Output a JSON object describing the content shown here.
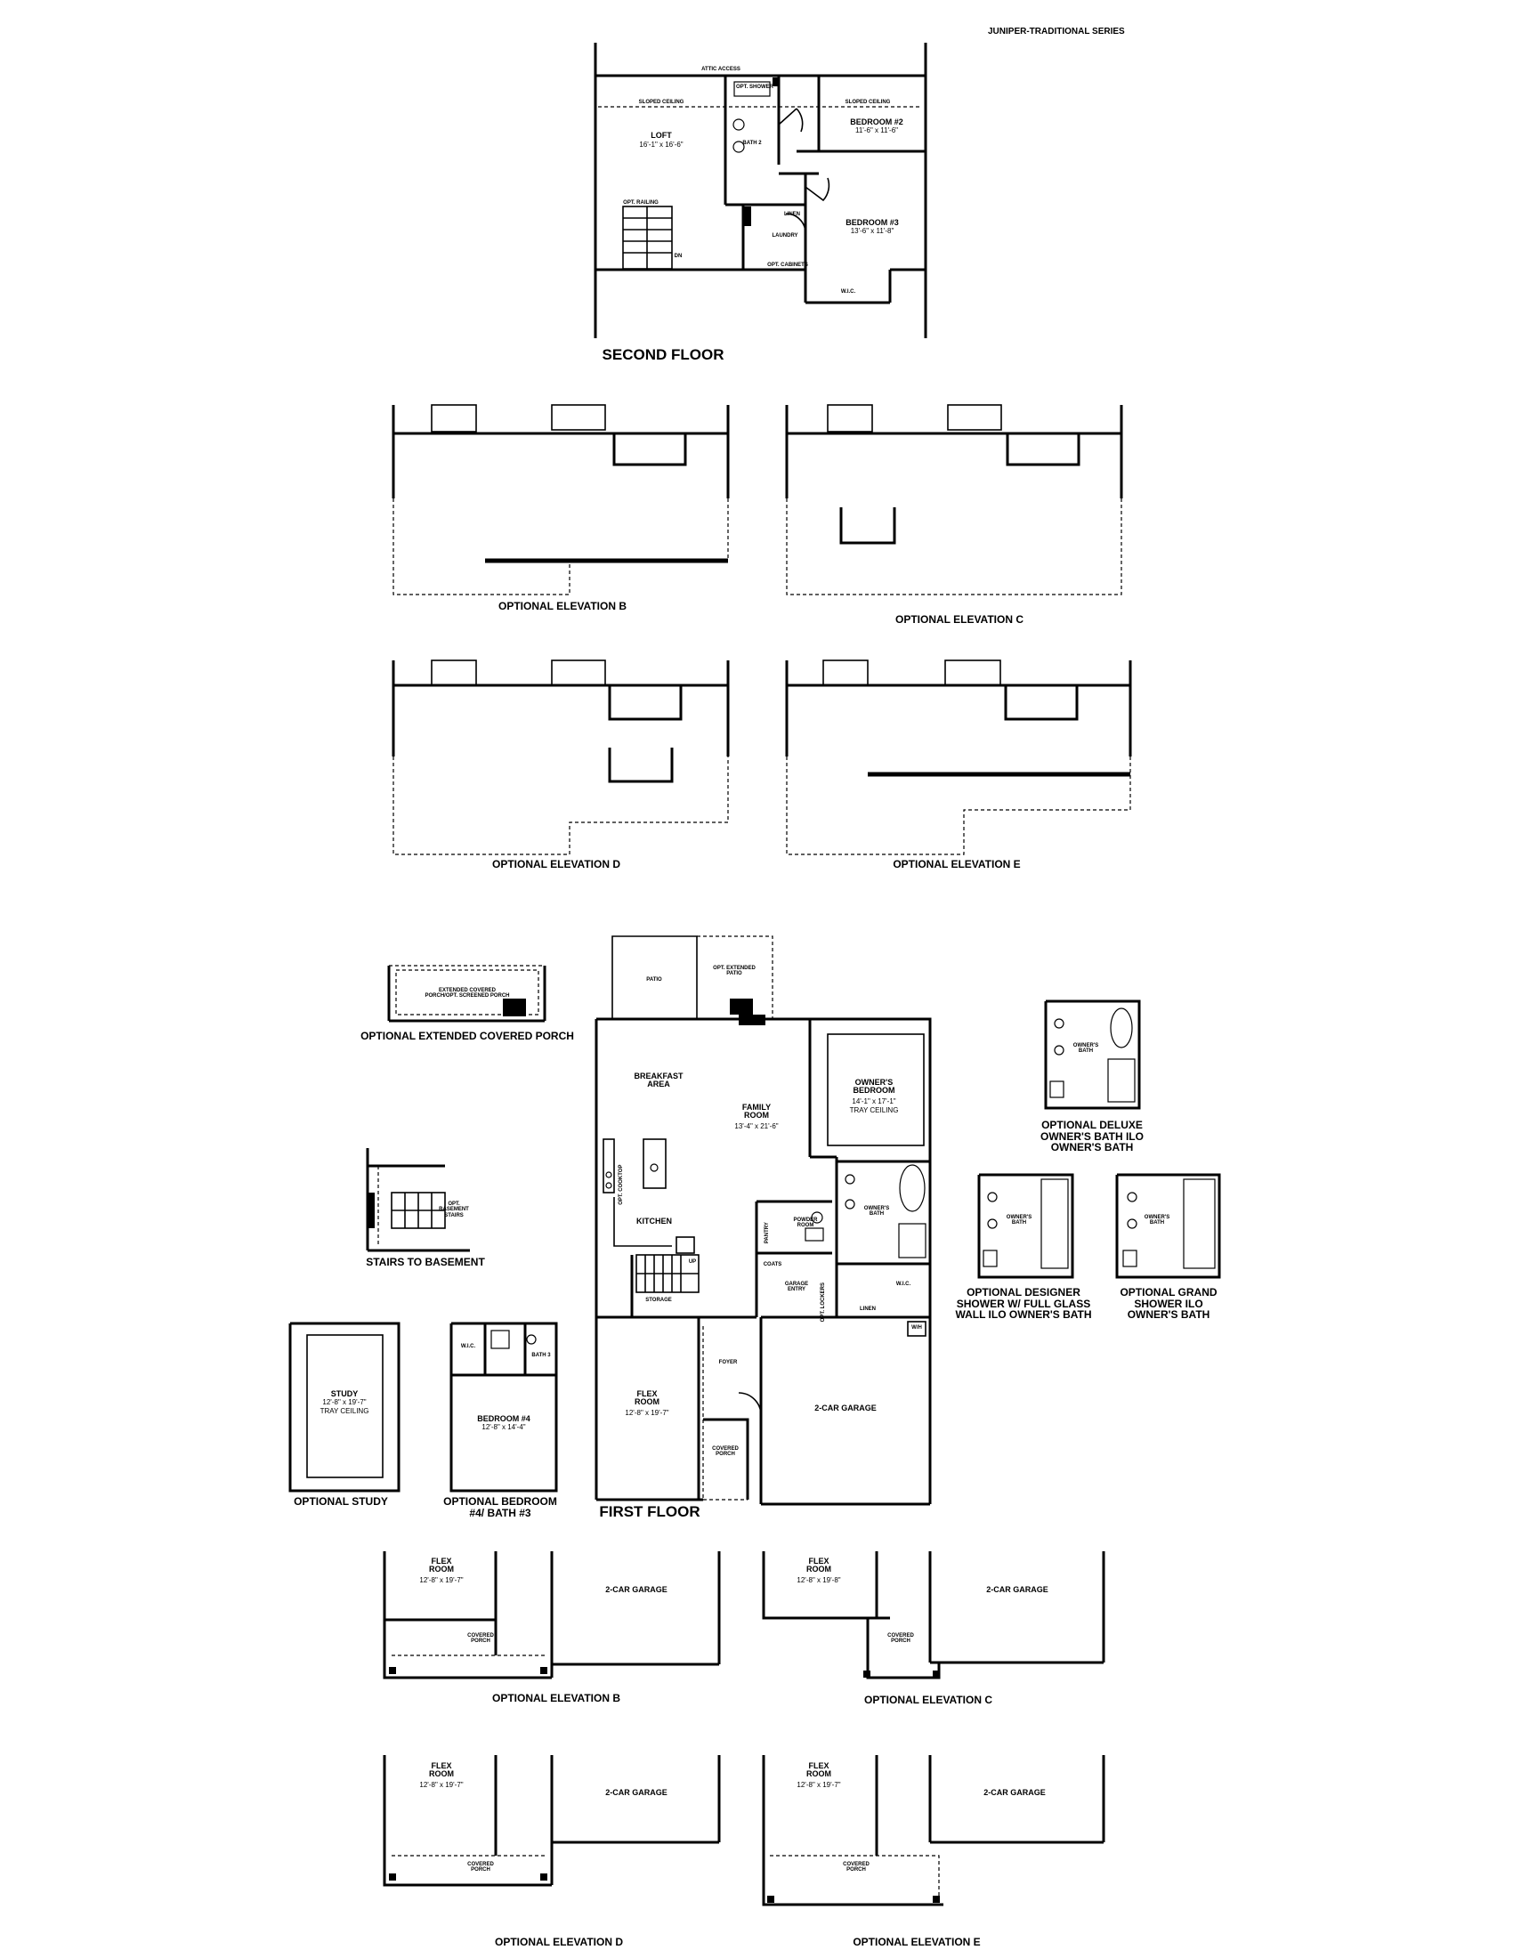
{
  "series_title": "JUNIPER-TRADITIONAL SERIES",
  "second_floor": {
    "title": "SECOND FLOOR",
    "loft": {
      "name": "LOFT",
      "dim": "16'-1\" x 16'-6\""
    },
    "bedroom2": {
      "name": "BEDROOM #2",
      "dim": "11'-6\" x 11'-6\""
    },
    "bedroom3": {
      "name": "BEDROOM #3",
      "dim": "13'-6\" x 11'-8\""
    },
    "bath2": "BATH 2",
    "laundry": "LAUNDRY",
    "linen": "LINEN",
    "wic": "W.I.C.",
    "sloped_ceiling": "SLOPED CEILING",
    "opt_railing": "OPT. RAILING",
    "opt_shower": "OPT. SHOWER",
    "opt_cabinets": "OPT. CABINETS",
    "attic_access": "ATTIC ACCESS",
    "dn": "DN"
  },
  "second_floor_options": [
    {
      "caption": "OPTIONAL ELEVATION B"
    },
    {
      "caption": "OPTIONAL ELEVATION C"
    },
    {
      "caption": "OPTIONAL ELEVATION D"
    },
    {
      "caption": "OPTIONAL ELEVATION E"
    }
  ],
  "first_floor": {
    "title": "FIRST FLOOR",
    "patio": "PATIO",
    "opt_extended_patio": "OPT. EXTENDED PATIO",
    "breakfast": "BREAKFAST AREA",
    "family": {
      "name": "FAMILY ROOM",
      "dim": "13'-4\" x 21'-6\""
    },
    "owners_bedroom": {
      "name": "OWNER'S BEDROOM",
      "dim": "14'-1\" x 17'-1\"",
      "note": "TRAY CEILING"
    },
    "kitchen": "KITCHEN",
    "opt_cooktop": "OPT. COOKTOP",
    "powder_room": "POWDER ROOM",
    "pantry": "PANTRY",
    "owners_bath": "OWNER'S BATH",
    "wic": "W.I.C.",
    "linen": "LINEN",
    "coats": "COATS",
    "garage_entry": "GARAGE ENTRY",
    "opt_lockers": "OPT. LOCKERS",
    "storage": "STORAGE",
    "flex": {
      "name": "FLEX ROOM",
      "dim": "12'-8\" x 19'-7\""
    },
    "foyer": "FOYER",
    "covered_porch": "COVERED PORCH",
    "garage": "2-CAR GARAGE",
    "wh": "W/H",
    "up": "UP"
  },
  "opt_extended_porch": {
    "label": "EXTENDED COVERED PORCH/OPT. SCREENED PORCH",
    "caption": "OPTIONAL EXTENDED COVERED PORCH"
  },
  "opt_stairs_basement": {
    "caption": "STAIRS TO BASEMENT",
    "note": "OPT. BASEMENT STAIRS"
  },
  "opt_study": {
    "name": "STUDY",
    "dim": "12'-8\" x 19'-7\"",
    "note": "TRAY CEILING",
    "caption": "OPTIONAL STUDY"
  },
  "opt_bedroom4": {
    "name": "BEDROOM #4",
    "dim": "12'-8\" x 14'-4\"",
    "bath": "BATH 3",
    "wic": "W.I.C.",
    "caption": "OPTIONAL BEDROOM #4/ BATH #3"
  },
  "opt_deluxe_bath": {
    "room": "OWNER'S BATH",
    "caption": "OPTIONAL DELUXE OWNER'S BATH ILO OWNER'S BATH"
  },
  "opt_designer_shower": {
    "room": "OWNER'S BATH",
    "caption": "OPTIONAL DESIGNER SHOWER W/ FULL GLASS WALL ILO OWNER'S BATH"
  },
  "opt_grand_shower": {
    "room": "OWNER'S BATH",
    "caption": "OPTIONAL GRAND SHOWER ILO OWNER'S BATH"
  },
  "first_floor_options": [
    {
      "caption": "OPTIONAL ELEVATION B",
      "flex": "FLEX ROOM",
      "flex_dim": "12'-8\" x 19'-7\"",
      "garage": "2-CAR GARAGE",
      "porch": "COVERED PORCH"
    },
    {
      "caption": "OPTIONAL ELEVATION C",
      "flex": "FLEX ROOM",
      "flex_dim": "12'-8\" x 19'-8\"",
      "garage": "2-CAR GARAGE",
      "porch": "COVERED PORCH"
    },
    {
      "caption": "OPTIONAL ELEVATION D",
      "flex": "FLEX ROOM",
      "flex_dim": "12'-8\" x 19'-7\"",
      "garage": "2-CAR GARAGE",
      "porch": "COVERED PORCH"
    },
    {
      "caption": "OPTIONAL ELEVATION E",
      "flex": "FLEX ROOM",
      "flex_dim": "12'-8\" x 19'-7\"",
      "garage": "2-CAR GARAGE",
      "porch": "COVERED PORCH"
    }
  ]
}
